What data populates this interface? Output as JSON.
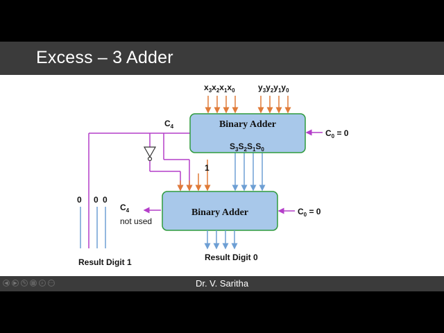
{
  "title": "Excess – 3 Adder",
  "footer": "Dr. V. Saritha",
  "adder_top": {
    "label": "Binary Adder",
    "sum_bits": "S3S2S1S0"
  },
  "adder_bottom": {
    "label": "Binary Adder"
  },
  "inputs_x": "x3x2x1x0",
  "inputs_y": "y3y2y1y0",
  "carry_out_top": "C4",
  "carry_in_top": "C0 = 0",
  "carry_in_bottom": "C0 = 0",
  "carry_out_bottom": "C4",
  "carry_out_bottom_note": "not used",
  "constant_one": "1",
  "zeros": [
    "0",
    "0",
    "0"
  ],
  "result_1": "Result Digit 1",
  "result_0": "Result Digit 0",
  "colors": {
    "box_fill": "#a8c8ea",
    "box_stroke": "#2e9a3c",
    "orange": "#e07b39",
    "blue": "#6e9fd4",
    "purple": "#b43ec9"
  }
}
